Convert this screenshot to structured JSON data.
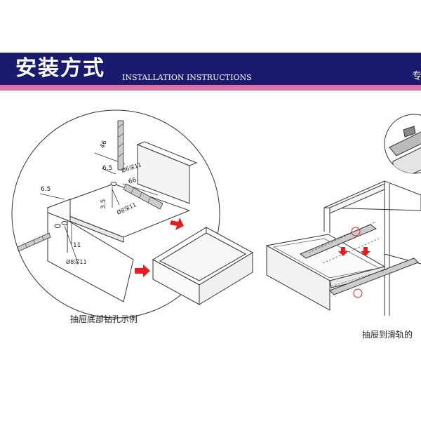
{
  "header": {
    "title_cn": "安装方式",
    "title_en": "INSTALLATION INSTRUCTIONS",
    "title_right_partial": "专"
  },
  "captions": {
    "left": "抽屉底部钻孔示例",
    "right": "抽屉到滑轨的"
  },
  "dimensions": {
    "d1": "46",
    "d2": "6.5",
    "d3": "Ø6深11",
    "d4": "66",
    "d5": "3.5",
    "d6": "Ø8深11",
    "d7": "6.5",
    "d8": "11",
    "d9": "Ø8深11"
  },
  "colors": {
    "header_bg": "#1a1a6e",
    "header_stripe": "#e070a8",
    "arrow": "#e02020",
    "line": "#333333"
  }
}
